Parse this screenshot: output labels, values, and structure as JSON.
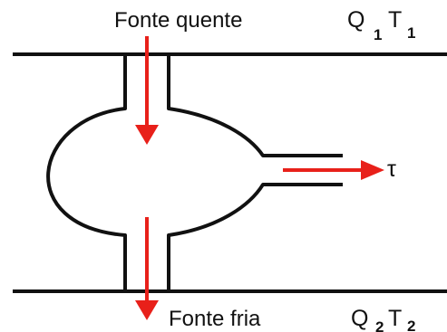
{
  "hot_source": {
    "label": "Fonte quente",
    "heat_symbol": "Q",
    "heat_subscript": "1",
    "temp_symbol": "T",
    "temp_subscript": "1"
  },
  "cold_source": {
    "label": "Fonte fria",
    "heat_symbol": "Q",
    "heat_subscript": "2",
    "temp_symbol": "T",
    "temp_subscript": "2"
  },
  "work": {
    "symbol": "τ"
  },
  "colors": {
    "line": "#111111",
    "arrow": "#e8201a",
    "background": "#ffffff"
  }
}
